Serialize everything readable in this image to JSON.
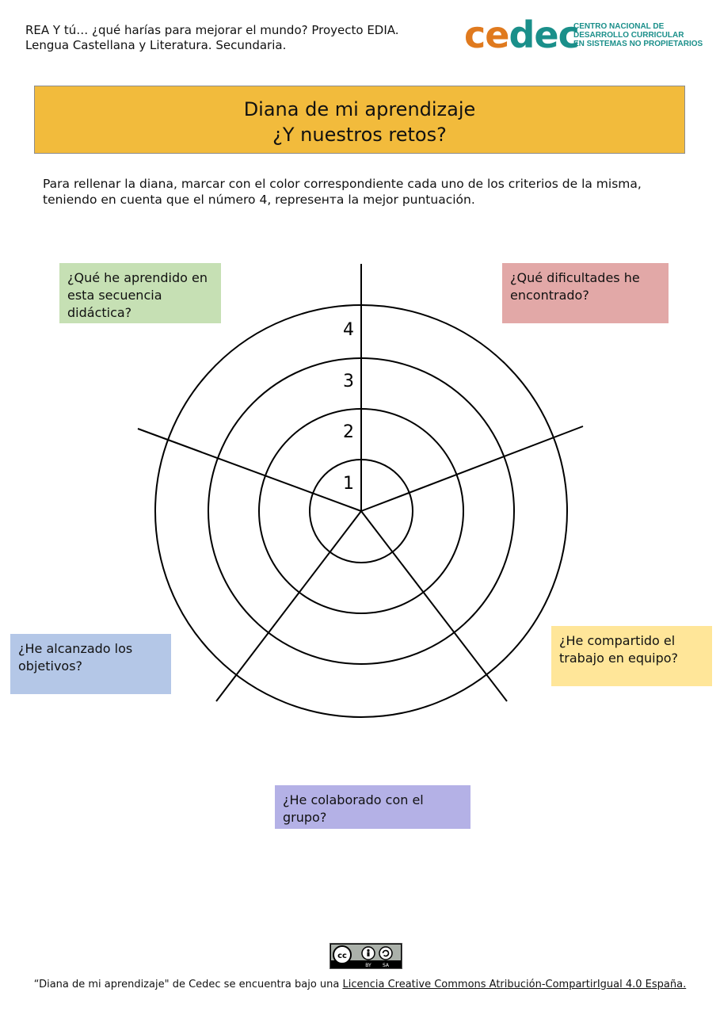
{
  "header": {
    "line1": "REA Y tú… ¿qué harías para mejorar el mundo? Proyecto EDIA.",
    "line2": "Lengua Castellana y Literatura. Secundaria."
  },
  "logo": {
    "word_part1": "ce",
    "word_part2": "dec",
    "sub_line1": "CENTRO NACIONAL DE",
    "sub_line2": "DESARROLLO CURRICULAR",
    "sub_line3": "EN SISTEMAS NO PROPIETARIOS",
    "colors": {
      "orange": "#e07a1e",
      "teal": "#1a8f8a"
    }
  },
  "title": {
    "line1": "Diana de mi aprendizaje",
    "line2": "¿Y nuestros retos?",
    "background": "#f2bb3c"
  },
  "instructions": "Para rellenar la diana, marcar con el color correspondiente cada uno de los criterios de la misma, teniendo en cuenta que el número 4, represента la mejor puntuación.",
  "diana": {
    "ring_labels": [
      "1",
      "2",
      "3",
      "4"
    ]
  },
  "questions": {
    "q1": {
      "text": "¿Qué he aprendido en esta secuencia didáctica?",
      "color": "#c6e0b4"
    },
    "q2": {
      "text": "¿Qué dificultades he encontrado?",
      "color": "#e2a8a7"
    },
    "q3": {
      "text": "¿He alcanzado los objetivos?",
      "color": "#b4c7e7"
    },
    "q4": {
      "text": "¿He compartido el trabajo en equipo?",
      "color": "#ffe699"
    },
    "q5": {
      "text": "¿He colaborado con el grupo?",
      "color": "#b4b1e6"
    }
  },
  "license_badge": {
    "icon": "creative-commons-by-sa-icon",
    "by": "BY",
    "sa": "SA"
  },
  "footer": {
    "prefix": "“Diana de mi aprendizaje\" de Cedec se encuentra bajo una ",
    "link": "Licencia Creative Commons Atribución-CompartirIgual 4.0 España."
  }
}
